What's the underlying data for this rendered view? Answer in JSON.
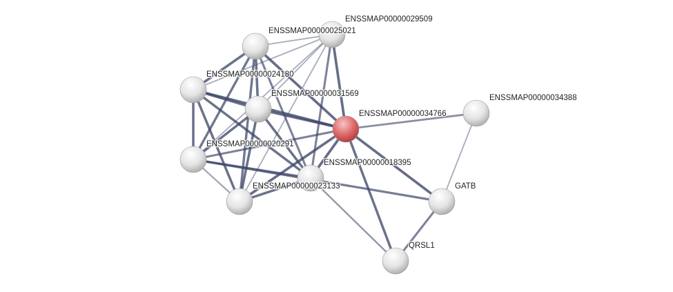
{
  "nodes": [
    {
      "id": "A",
      "label": "ENSSMAP00000025021",
      "query": false
    },
    {
      "id": "B",
      "label": "ENSSMAP00000029509",
      "query": false
    },
    {
      "id": "C",
      "label": "ENSSMAP00000024180",
      "query": false
    },
    {
      "id": "D",
      "label": "ENSSMAP00000031569",
      "query": false
    },
    {
      "id": "E",
      "label": "ENSSMAP00000034766",
      "query": true
    },
    {
      "id": "F",
      "label": "ENSSMAP00000034388",
      "query": false
    },
    {
      "id": "G",
      "label": "ENSSMAP00000020291",
      "query": false
    },
    {
      "id": "H",
      "label": "ENSSMAP00000018395",
      "query": false
    },
    {
      "id": "I",
      "label": "ENSSMAP00000023133",
      "query": false
    },
    {
      "id": "J",
      "label": "GATB",
      "query": false
    },
    {
      "id": "K",
      "label": "QRSL1",
      "query": false
    }
  ],
  "edges": [
    [
      "E",
      "A",
      0.9
    ],
    [
      "E",
      "B",
      0.9
    ],
    [
      "E",
      "C",
      0.9
    ],
    [
      "E",
      "D",
      0.9
    ],
    [
      "E",
      "G",
      0.7
    ],
    [
      "E",
      "H",
      0.9
    ],
    [
      "E",
      "I",
      0.9
    ],
    [
      "E",
      "F",
      0.6
    ],
    [
      "E",
      "J",
      0.9
    ],
    [
      "E",
      "K",
      0.85
    ],
    [
      "A",
      "C",
      0.85
    ],
    [
      "A",
      "D",
      0.85
    ],
    [
      "A",
      "G",
      0.8
    ],
    [
      "A",
      "I",
      0.8
    ],
    [
      "A",
      "H",
      0.7
    ],
    [
      "A",
      "B",
      0.3
    ],
    [
      "B",
      "D",
      0.3
    ],
    [
      "B",
      "C",
      0.3
    ],
    [
      "B",
      "H",
      0.7
    ],
    [
      "B",
      "G",
      0.3
    ],
    [
      "B",
      "I",
      0.3
    ],
    [
      "C",
      "D",
      0.85
    ],
    [
      "C",
      "G",
      0.85
    ],
    [
      "C",
      "I",
      0.85
    ],
    [
      "C",
      "H",
      0.85
    ],
    [
      "D",
      "G",
      0.85
    ],
    [
      "D",
      "I",
      0.85
    ],
    [
      "D",
      "H",
      0.85
    ],
    [
      "G",
      "I",
      0.4
    ],
    [
      "G",
      "H",
      0.8
    ],
    [
      "G",
      "J",
      0.75
    ],
    [
      "H",
      "I",
      0.85
    ],
    [
      "H",
      "K",
      0.5
    ],
    [
      "F",
      "J",
      0.3
    ],
    [
      "J",
      "K",
      0.7
    ]
  ],
  "colors": {
    "query": "#e06868",
    "node": "#e8e8e8",
    "edge": "#3d4668"
  }
}
